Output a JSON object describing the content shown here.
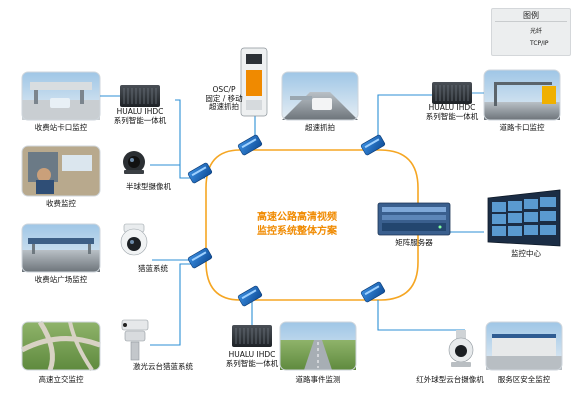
{
  "legend": {
    "title": "图例",
    "items": [
      {
        "label": "光纤",
        "color": "#f5a623"
      },
      {
        "label": "TCP/IP",
        "color": "#2c8fd6"
      }
    ]
  },
  "center_title": {
    "line1": "高速公路高清视频",
    "line2": "监控系统整体方案"
  },
  "nodes": {
    "toll_checkpoint": "收费站卡口监控",
    "toll_monitor": "收费监控",
    "toll_plaza": "收费站广场监控",
    "interchange": "高速立交监控",
    "hualu_left_1": "HUALU IHDC",
    "hualu_left_2": "系列智能一体机",
    "dome_camera": "半球型摄像机",
    "ball_system": "猎蓝系统",
    "laser_ptz": "激光云台猎蓝系统",
    "osc_1": "OSC/P",
    "osc_2": "固定 / 移动",
    "osc_3": "超速抓拍",
    "speed_capture": "超速抓拍",
    "hualu_right_1": "HUALU IHDC",
    "hualu_right_2": "系列智能一体机",
    "road_checkpoint": "道路卡口监控",
    "matrix_server": "矩阵服务器",
    "monitor_center": "监控中心",
    "hualu_bottom_1": "HUALU IHDC",
    "hualu_bottom_2": "系列智能一体机",
    "road_event": "道路事件监测",
    "ir_ptz": "红外球型云台摄像机",
    "service_area": "服务区安全监控"
  }
}
